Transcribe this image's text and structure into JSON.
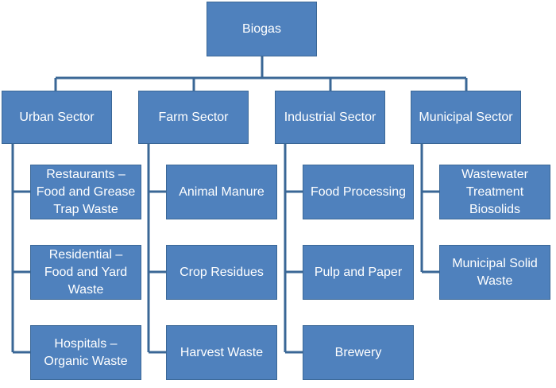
{
  "colors": {
    "box_fill": "#4f81bd",
    "box_border": "#3a6796",
    "connector": "#3a6796",
    "text": "#ffffff"
  },
  "root": {
    "label": "Biogas"
  },
  "sectors": [
    {
      "label": "Urban Sector",
      "items": [
        "Restaurants – Food and Grease Trap Waste",
        "Residential – Food and Yard Waste",
        "Hospitals – Organic Waste"
      ]
    },
    {
      "label": "Farm Sector",
      "items": [
        "Animal Manure",
        "Crop Residues",
        "Harvest Waste"
      ]
    },
    {
      "label": "Industrial Sector",
      "items": [
        "Food Processing",
        "Pulp and Paper",
        "Brewery"
      ]
    },
    {
      "label": "Municipal Sector",
      "items": [
        "Wastewater Treatment Biosolids",
        "Municipal Solid Waste"
      ]
    }
  ]
}
